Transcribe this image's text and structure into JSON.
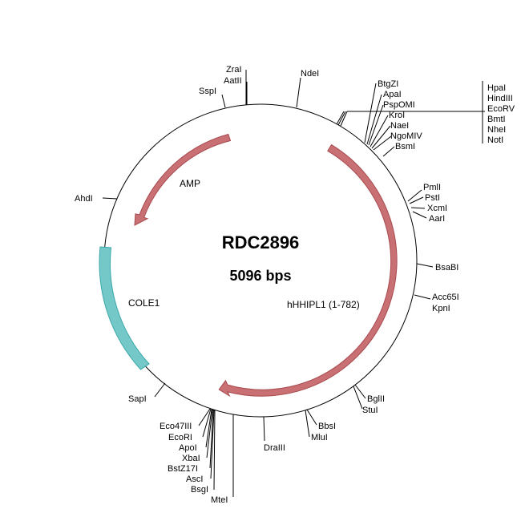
{
  "plasmid": {
    "name": "RDC2896",
    "size_text": "5096 bps"
  },
  "features": [
    {
      "name": "hHHIPL1 (1-782)",
      "kind": "arrow",
      "color": "#c87074",
      "stroke": "#a84a4e"
    },
    {
      "name": "AMP",
      "kind": "arrow",
      "color": "#c87074",
      "stroke": "#a84a4e"
    },
    {
      "name": "COLE1",
      "kind": "bar",
      "color": "#74c8c8",
      "stroke": "#3aa8a8"
    }
  ],
  "sites": {
    "top": [
      "ZraI",
      "AatII",
      "SspI",
      "NdeI"
    ],
    "top_right": [
      "BtgZI",
      "ApaI",
      "PspOMI",
      "KroI",
      "NaeI",
      "NgoMIV",
      "BsmI"
    ],
    "box": [
      "HpaI",
      "HindIII",
      "EcoRV",
      "BmtI",
      "NheI",
      "NotI"
    ],
    "right": [
      "PmlI",
      "PstI",
      "XcmI",
      "AarI",
      "BsaBI",
      "Acc65I",
      "KpnI"
    ],
    "bottom_right": [
      "BglII",
      "StuI",
      "BbsI",
      "MluI",
      "DraIII",
      "MteI"
    ],
    "bottom_left": [
      "Eco47III",
      "EcoRI",
      "ApoI",
      "XbaI",
      "BstZ17I",
      "AscI",
      "BsgI"
    ],
    "left": [
      "SapI",
      "AhdI"
    ]
  }
}
